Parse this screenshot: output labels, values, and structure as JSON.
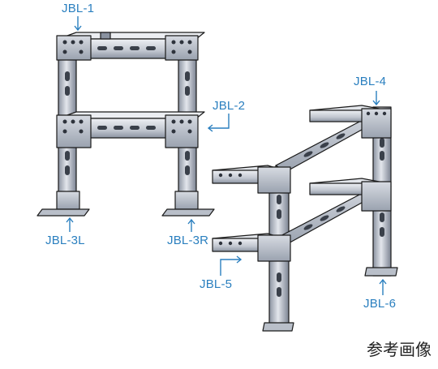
{
  "labels": {
    "jbl1": "JBL-1",
    "jbl2": "JBL-2",
    "jbl3l": "JBL-3L",
    "jbl3r": "JBL-3R",
    "jbl4": "JBL-4",
    "jbl5": "JBL-5",
    "jbl6": "JBL-6"
  },
  "caption": "参考画像",
  "colors": {
    "label": "#2a7fbf",
    "metal_light": "#d4d8e0",
    "metal_mid": "#a9b0bd",
    "metal_dark": "#5f6878",
    "outline": "#1a1a1a"
  }
}
